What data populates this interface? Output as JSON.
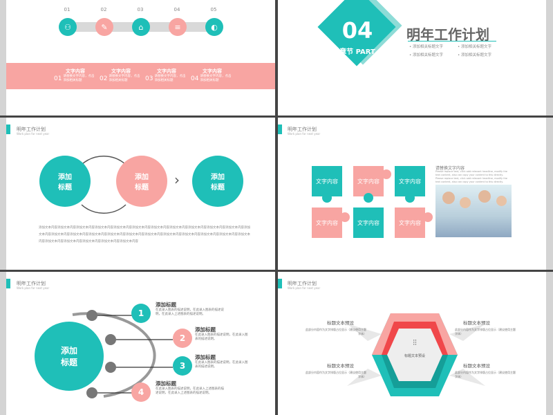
{
  "colors": {
    "teal": "#1fbfb8",
    "pink": "#f8a5a2",
    "red": "#f0474a",
    "divider": "#444444"
  },
  "slide1": {
    "steps": [
      {
        "num": "01",
        "icon": "network-icon"
      },
      {
        "num": "02",
        "icon": "pencil-icon"
      },
      {
        "num": "03",
        "icon": "home-icon"
      },
      {
        "num": "04",
        "icon": "stack-icon"
      },
      {
        "num": "05",
        "icon": "megaphone-icon"
      }
    ],
    "band": [
      {
        "num": "01",
        "title": "文字内容",
        "text": "请替换文字内容，点击添加相关标题"
      },
      {
        "num": "02",
        "title": "文字内容",
        "text": "请替换文字内容，点击添加相关标题"
      },
      {
        "num": "03",
        "title": "文字内容",
        "text": "请替换文字内容，点击添加相关标题"
      },
      {
        "num": "04",
        "title": "文字内容",
        "text": "请替换文字内容，点击添加相关标题"
      }
    ]
  },
  "slide2": {
    "number": "04",
    "part": "章节 PART",
    "title": "明年工作计划",
    "bullets": [
      "添加相关标题文字",
      "添加相关标题文字",
      "添加相关标题文字",
      "添加相关标题文字"
    ]
  },
  "header": {
    "title": "明年工作计划",
    "subtitle": "Work plan for next year"
  },
  "slide3": {
    "circles": [
      "添加\n标题",
      "添加\n标题",
      "添加\n标题"
    ],
    "body": "添加文本内容添加文本内容添加文本内容添加文本内容添加文本内容添加文本内容添加文本内容添加文本内容添加文本内容添加文本内容添加文本内容添加文本内容添加文本内容添加文本内容添加文本内容添加文本内容添加文本内容添加文本内容添加文本内容添加文本内容添加文本内容添加文本内容添加文本内容添加文本内容添加文本内容添加文本内容添加文本内容添加文本内容"
  },
  "slide4": {
    "pieces": [
      "文字内容",
      "文字内容",
      "文字内容",
      "文字内容",
      "文字内容",
      "文字内容"
    ],
    "text_title": "请替换文字内容",
    "text_body": "Please replace text, click add relevant headline, modify the text content, also can copy your content to this directly. Please replace text, click add relevant headline, modify the text content, also can copy your content to this directly."
  },
  "slide5": {
    "main": "添加\n标题",
    "items": [
      {
        "num": "1",
        "title": "添加标题",
        "text": "在此录入图表的描述说明，在此录入图表的描述说明，在此录入上述图表的描述说明。"
      },
      {
        "num": "2",
        "title": "添加标题",
        "text": "在此录入图表的描述说明，在此录入图表的描述说明。"
      },
      {
        "num": "3",
        "title": "添加标题",
        "text": "在此录入图表的描述说明，在此录入图表的描述说明。"
      },
      {
        "num": "4",
        "title": "添加标题",
        "text": "在此录入图表的描述说明，在此录入上述图表的描述说明，在此录入上述图表的描述说明。"
      }
    ]
  },
  "slide6": {
    "center": "标题文本预设",
    "items": [
      {
        "title": "标题文本预设",
        "text": "此部分内容作为文字排版占位显示（建议使用主题字体）"
      },
      {
        "title": "标题文本预设",
        "text": "此部分内容作为文字排版占位显示（建议使用主题字体）"
      },
      {
        "title": "标题文本预设",
        "text": "此部分内容作为文字排版占位显示（建议使用主题字体）"
      },
      {
        "title": "标题文本预设",
        "text": "此部分内容作为文字排版占位显示（建议使用主题字体）"
      }
    ]
  }
}
